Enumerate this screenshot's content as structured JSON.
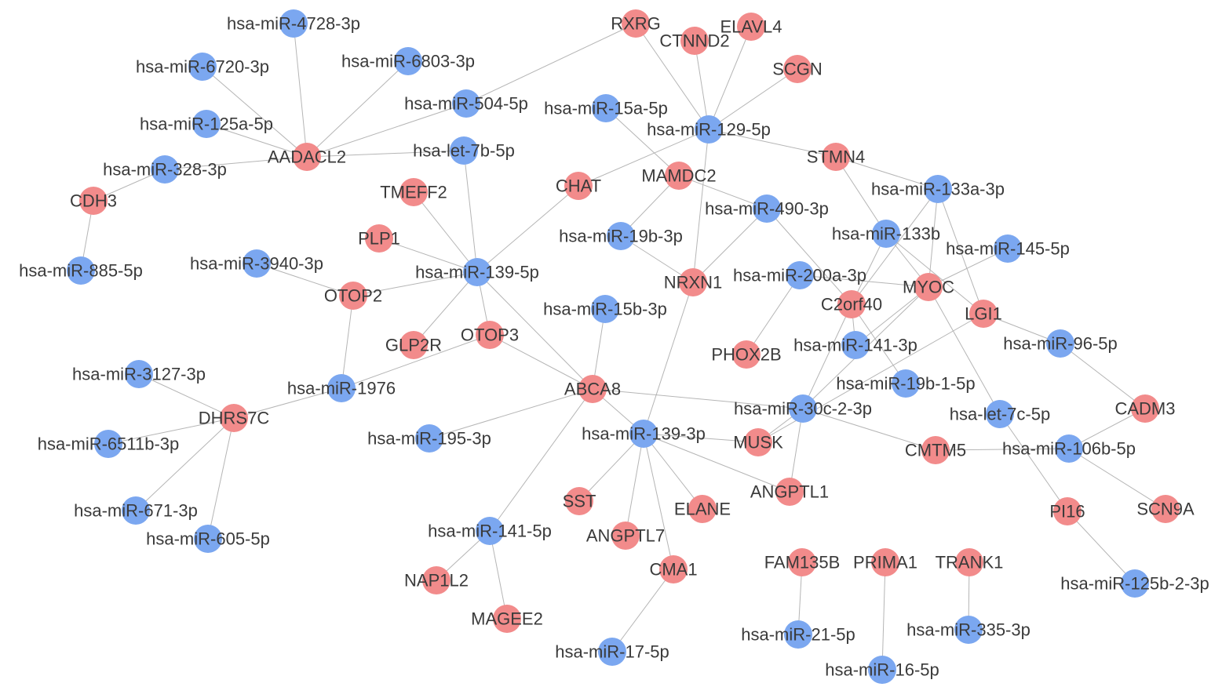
{
  "colors": {
    "mirna": "#7ba7f0",
    "gene": "#f28b8b",
    "edge": "#b5b5b5",
    "label": "#3a3a3a"
  },
  "nodes": [
    {
      "id": "RXRG",
      "label": "RXRG",
      "type": "gene"
    },
    {
      "id": "CTNND2",
      "label": "CTNND2",
      "type": "gene"
    },
    {
      "id": "ELAVL4",
      "label": "ELAVL4",
      "type": "gene"
    },
    {
      "id": "SCGN",
      "label": "SCGN",
      "type": "gene"
    },
    {
      "id": "miR-4728-3p",
      "label": "hsa-miR-4728-3p",
      "type": "mirna"
    },
    {
      "id": "miR-6803-3p",
      "label": "hsa-miR-6803-3p",
      "type": "mirna"
    },
    {
      "id": "miR-6720-3p",
      "label": "hsa-miR-6720-3p",
      "type": "mirna"
    },
    {
      "id": "miR-504-5p",
      "label": "hsa-miR-504-5p",
      "type": "mirna"
    },
    {
      "id": "miR-15a-5p",
      "label": "hsa-miR-15a-5p",
      "type": "mirna"
    },
    {
      "id": "miR-129-5p",
      "label": "hsa-miR-129-5p",
      "type": "mirna"
    },
    {
      "id": "miR-125a-5p",
      "label": "hsa-miR-125a-5p",
      "type": "mirna"
    },
    {
      "id": "AADACL2",
      "label": "AADACL2",
      "type": "gene"
    },
    {
      "id": "let-7b-5p",
      "label": "hsa-let-7b-5p",
      "type": "mirna"
    },
    {
      "id": "STMN4",
      "label": "STMN4",
      "type": "gene"
    },
    {
      "id": "miR-328-3p",
      "label": "hsa-miR-328-3p",
      "type": "mirna"
    },
    {
      "id": "MAMDC2",
      "label": "MAMDC2",
      "type": "gene"
    },
    {
      "id": "CDH3",
      "label": "CDH3",
      "type": "gene"
    },
    {
      "id": "TMEFF2",
      "label": "TMEFF2",
      "type": "gene"
    },
    {
      "id": "CHAT",
      "label": "CHAT",
      "type": "gene"
    },
    {
      "id": "miR-133a-3p",
      "label": "hsa-miR-133a-3p",
      "type": "mirna"
    },
    {
      "id": "miR-490-3p",
      "label": "hsa-miR-490-3p",
      "type": "mirna"
    },
    {
      "id": "miR-133b",
      "label": "hsa-miR-133b",
      "type": "mirna"
    },
    {
      "id": "PLP1",
      "label": "PLP1",
      "type": "gene"
    },
    {
      "id": "miR-19b-3p",
      "label": "hsa-miR-19b-3p",
      "type": "mirna"
    },
    {
      "id": "miR-145-5p",
      "label": "hsa-miR-145-5p",
      "type": "mirna"
    },
    {
      "id": "miR-3940-3p",
      "label": "hsa-miR-3940-3p",
      "type": "mirna"
    },
    {
      "id": "miR-885-5p",
      "label": "hsa-miR-885-5p",
      "type": "mirna"
    },
    {
      "id": "miR-139-5p",
      "label": "hsa-miR-139-5p",
      "type": "mirna"
    },
    {
      "id": "miR-200a-3p",
      "label": "hsa-miR-200a-3p",
      "type": "mirna"
    },
    {
      "id": "NRXN1",
      "label": "NRXN1",
      "type": "gene"
    },
    {
      "id": "MYOC",
      "label": "MYOC",
      "type": "gene"
    },
    {
      "id": "OTOP2",
      "label": "OTOP2",
      "type": "gene"
    },
    {
      "id": "C2orf40",
      "label": "C2orf40",
      "type": "gene"
    },
    {
      "id": "miR-15b-3p",
      "label": "hsa-miR-15b-3p",
      "type": "mirna"
    },
    {
      "id": "LGI1",
      "label": "LGI1",
      "type": "gene"
    },
    {
      "id": "OTOP3",
      "label": "OTOP3",
      "type": "gene"
    },
    {
      "id": "miR-141-3p",
      "label": "hsa-miR-141-3p",
      "type": "mirna"
    },
    {
      "id": "miR-96-5p",
      "label": "hsa-miR-96-5p",
      "type": "mirna"
    },
    {
      "id": "GLP2R",
      "label": "GLP2R",
      "type": "gene"
    },
    {
      "id": "PHOX2B",
      "label": "PHOX2B",
      "type": "gene"
    },
    {
      "id": "miR-3127-3p",
      "label": "hsa-miR-3127-3p",
      "type": "mirna"
    },
    {
      "id": "miR-19b-1-5p",
      "label": "hsa-miR-19b-1-5p",
      "type": "mirna"
    },
    {
      "id": "miR-1976",
      "label": "hsa-miR-1976",
      "type": "mirna"
    },
    {
      "id": "ABCA8",
      "label": "ABCA8",
      "type": "gene"
    },
    {
      "id": "DHRS7C",
      "label": "DHRS7C",
      "type": "gene"
    },
    {
      "id": "miR-30c-2-3p",
      "label": "hsa-miR-30c-2-3p",
      "type": "mirna"
    },
    {
      "id": "CADM3",
      "label": "CADM3",
      "type": "gene"
    },
    {
      "id": "let-7c-5p",
      "label": "hsa-let-7c-5p",
      "type": "mirna"
    },
    {
      "id": "miR-139-3p",
      "label": "hsa-miR-139-3p",
      "type": "mirna"
    },
    {
      "id": "miR-195-3p",
      "label": "hsa-miR-195-3p",
      "type": "mirna"
    },
    {
      "id": "miR-6511b-3p",
      "label": "hsa-miR-6511b-3p",
      "type": "mirna"
    },
    {
      "id": "MUSK",
      "label": "MUSK",
      "type": "gene"
    },
    {
      "id": "miR-106b-5p",
      "label": "hsa-miR-106b-5p",
      "type": "mirna"
    },
    {
      "id": "CMTM5",
      "label": "CMTM5",
      "type": "gene"
    },
    {
      "id": "ANGPTL1",
      "label": "ANGPTL1",
      "type": "gene"
    },
    {
      "id": "SST",
      "label": "SST",
      "type": "gene"
    },
    {
      "id": "miR-671-3p",
      "label": "hsa-miR-671-3p",
      "type": "mirna"
    },
    {
      "id": "ELANE",
      "label": "ELANE",
      "type": "gene"
    },
    {
      "id": "SCN9A",
      "label": "SCN9A",
      "type": "gene"
    },
    {
      "id": "PI16",
      "label": "PI16",
      "type": "gene"
    },
    {
      "id": "miR-141-5p",
      "label": "hsa-miR-141-5p",
      "type": "mirna"
    },
    {
      "id": "ANGPTL7",
      "label": "ANGPTL7",
      "type": "gene"
    },
    {
      "id": "miR-605-5p",
      "label": "hsa-miR-605-5p",
      "type": "mirna"
    },
    {
      "id": "FAM135B",
      "label": "FAM135B",
      "type": "gene"
    },
    {
      "id": "PRIMA1",
      "label": "PRIMA1",
      "type": "gene"
    },
    {
      "id": "TRANK1",
      "label": "TRANK1",
      "type": "gene"
    },
    {
      "id": "CMA1",
      "label": "CMA1",
      "type": "gene"
    },
    {
      "id": "NAP1L2",
      "label": "NAP1L2",
      "type": "gene"
    },
    {
      "id": "miR-125b-2-3p",
      "label": "hsa-miR-125b-2-3p",
      "type": "mirna"
    },
    {
      "id": "MAGEE2",
      "label": "MAGEE2",
      "type": "gene"
    },
    {
      "id": "miR-21-5p",
      "label": "hsa-miR-21-5p",
      "type": "mirna"
    },
    {
      "id": "miR-335-3p",
      "label": "hsa-miR-335-3p",
      "type": "mirna"
    },
    {
      "id": "miR-17-5p",
      "label": "hsa-miR-17-5p",
      "type": "mirna"
    },
    {
      "id": "miR-16-5p",
      "label": "hsa-miR-16-5p",
      "type": "mirna"
    }
  ],
  "edges": [
    [
      "miR-4728-3p",
      "AADACL2"
    ],
    [
      "miR-6720-3p",
      "AADACL2"
    ],
    [
      "miR-6803-3p",
      "AADACL2"
    ],
    [
      "miR-125a-5p",
      "AADACL2"
    ],
    [
      "miR-328-3p",
      "AADACL2"
    ],
    [
      "let-7b-5p",
      "AADACL2"
    ],
    [
      "miR-504-5p",
      "AADACL2"
    ],
    [
      "miR-504-5p",
      "RXRG"
    ],
    [
      "miR-328-3p",
      "CDH3"
    ],
    [
      "CDH3",
      "miR-885-5p"
    ],
    [
      "RXRG",
      "miR-129-5p"
    ],
    [
      "CTNND2",
      "miR-129-5p"
    ],
    [
      "ELAVL4",
      "miR-129-5p"
    ],
    [
      "SCGN",
      "miR-129-5p"
    ],
    [
      "miR-129-5p",
      "STMN4"
    ],
    [
      "miR-129-5p",
      "CHAT"
    ],
    [
      "miR-129-5p",
      "NRXN1"
    ],
    [
      "miR-15a-5p",
      "MAMDC2"
    ],
    [
      "MAMDC2",
      "miR-490-3p"
    ],
    [
      "MAMDC2",
      "miR-19b-3p"
    ],
    [
      "miR-19b-3p",
      "NRXN1"
    ],
    [
      "miR-490-3p",
      "NRXN1"
    ],
    [
      "miR-490-3p",
      "C2orf40"
    ],
    [
      "STMN4",
      "miR-133a-3p"
    ],
    [
      "STMN4",
      "miR-133b"
    ],
    [
      "miR-133a-3p",
      "C2orf40"
    ],
    [
      "miR-133a-3p",
      "MYOC"
    ],
    [
      "miR-133a-3p",
      "LGI1"
    ],
    [
      "miR-133b",
      "C2orf40"
    ],
    [
      "miR-133b",
      "MYOC"
    ],
    [
      "miR-133b",
      "LGI1"
    ],
    [
      "miR-145-5p",
      "MYOC"
    ],
    [
      "miR-200a-3p",
      "MYOC"
    ],
    [
      "miR-200a-3p",
      "PHOX2B"
    ],
    [
      "let-7b-5p",
      "miR-139-5p"
    ],
    [
      "TMEFF2",
      "miR-139-5p"
    ],
    [
      "CHAT",
      "miR-139-5p"
    ],
    [
      "PLP1",
      "miR-139-5p"
    ],
    [
      "OTOP2",
      "miR-139-5p"
    ],
    [
      "GLP2R",
      "miR-139-5p"
    ],
    [
      "OTOP3",
      "miR-139-5p"
    ],
    [
      "miR-139-5p",
      "ABCA8"
    ],
    [
      "miR-3940-3p",
      "OTOP2"
    ],
    [
      "OTOP2",
      "miR-1976"
    ],
    [
      "OTOP3",
      "miR-1976"
    ],
    [
      "OTOP3",
      "ABCA8"
    ],
    [
      "miR-1976",
      "DHRS7C"
    ],
    [
      "miR-3127-3p",
      "DHRS7C"
    ],
    [
      "miR-6511b-3p",
      "DHRS7C"
    ],
    [
      "miR-671-3p",
      "DHRS7C"
    ],
    [
      "miR-605-5p",
      "DHRS7C"
    ],
    [
      "miR-15b-3p",
      "ABCA8"
    ],
    [
      "ABCA8",
      "miR-195-3p"
    ],
    [
      "ABCA8",
      "miR-139-3p"
    ],
    [
      "ABCA8",
      "miR-30c-2-3p"
    ],
    [
      "ABCA8",
      "miR-141-5p"
    ],
    [
      "NRXN1",
      "miR-139-3p"
    ],
    [
      "miR-139-3p",
      "SST"
    ],
    [
      "miR-139-3p",
      "ANGPTL7"
    ],
    [
      "miR-139-3p",
      "CMA1"
    ],
    [
      "miR-139-3p",
      "ELANE"
    ],
    [
      "miR-139-3p",
      "ANGPTL1"
    ],
    [
      "miR-139-3p",
      "MUSK"
    ],
    [
      "C2orf40",
      "miR-141-3p"
    ],
    [
      "C2orf40",
      "miR-19b-1-5p"
    ],
    [
      "C2orf40",
      "miR-30c-2-3p"
    ],
    [
      "MYOC",
      "miR-141-3p"
    ],
    [
      "MYOC",
      "miR-30c-2-3p"
    ],
    [
      "MYOC",
      "let-7c-5p"
    ],
    [
      "LGI1",
      "miR-96-5p"
    ],
    [
      "LGI1",
      "MUSK"
    ],
    [
      "miR-30c-2-3p",
      "MUSK"
    ],
    [
      "miR-30c-2-3p",
      "ANGPTL1"
    ],
    [
      "miR-30c-2-3p",
      "CMTM5"
    ],
    [
      "miR-96-5p",
      "CADM3"
    ],
    [
      "CADM3",
      "miR-106b-5p"
    ],
    [
      "CMTM5",
      "miR-106b-5p"
    ],
    [
      "miR-106b-5p",
      "SCN9A"
    ],
    [
      "let-7c-5p",
      "PI16"
    ],
    [
      "PI16",
      "miR-125b-2-3p"
    ],
    [
      "miR-141-5p",
      "NAP1L2"
    ],
    [
      "miR-141-5p",
      "MAGEE2"
    ],
    [
      "CMA1",
      "miR-17-5p"
    ],
    [
      "FAM135B",
      "miR-21-5p"
    ],
    [
      "PRIMA1",
      "miR-16-5p"
    ],
    [
      "TRANK1",
      "miR-335-3p"
    ]
  ]
}
